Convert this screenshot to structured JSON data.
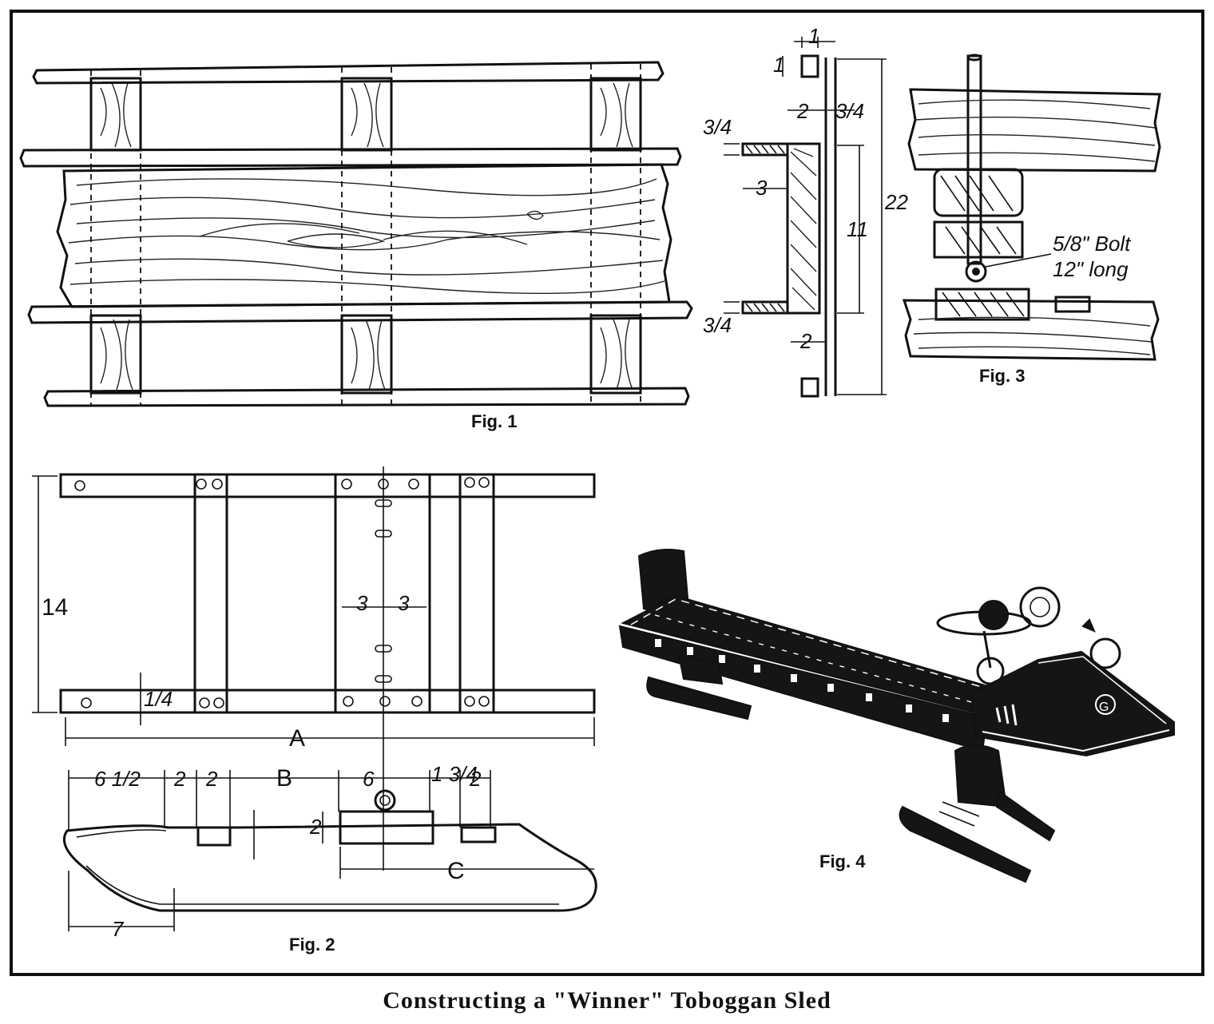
{
  "caption": "Constructing a \"Winner\" Toboggan Sled",
  "figures": {
    "fig1": {
      "label": "Fig. 1"
    },
    "fig2": {
      "label": "Fig. 2",
      "dims": {
        "width_14": "14",
        "quarter": "1/4",
        "three_left": "3",
        "three_right": "3",
        "A": "A",
        "six_half": "6 1/2",
        "two_a": "2",
        "two_b": "2",
        "B": "B",
        "six": "6",
        "one_three_quarter": "1 3/4",
        "two_c": "2",
        "C": "C",
        "seven": "7",
        "two_small": "2"
      }
    },
    "side": {
      "dims": {
        "one_top": "1",
        "one_side": "1",
        "two_top": "2",
        "three_quarter_top": "3/4",
        "three_quarter_left": "3/4",
        "three": "3",
        "eleven": "11",
        "twenty_two": "22",
        "three_quarter_bottom": "3/4",
        "two_bottom": "2"
      }
    },
    "fig3": {
      "label": "Fig. 3",
      "bolt_line1": "5/8\" Bolt",
      "bolt_line2": "12\" long"
    },
    "fig4": {
      "label": "Fig. 4",
      "emblem": "G"
    }
  }
}
